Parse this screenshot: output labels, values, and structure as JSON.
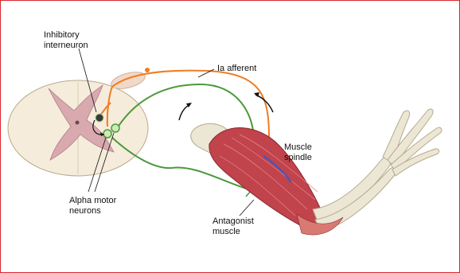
{
  "labels": {
    "inhibitory_interneuron": [
      "Inhibitory",
      "interneuron"
    ],
    "ia_afferent": "Ia afferent",
    "muscle_spindle": [
      "Muscle",
      "spindle"
    ],
    "alpha_motor_neurons": [
      "Alpha motor",
      "neurons"
    ],
    "antagonist_muscle": [
      "Antagonist",
      "muscle"
    ]
  },
  "colors": {
    "frame_border": "#d9262b",
    "afferent_orange": "#f07d22",
    "motor_green": "#4a9a3a",
    "cord_white_matter": "#f6ecdb",
    "cord_grey_matter": "#d9a9b0",
    "muscle_red": "#c1434c",
    "bone": "#ece6d4"
  }
}
